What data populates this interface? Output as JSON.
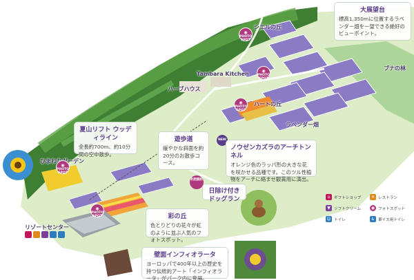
{
  "callouts": {
    "observation_deck": {
      "title": "大展望台",
      "text": "標高1,350mに位置するラベンダー畑を一望できる絶好のビューポイント。"
    },
    "lift": {
      "title": "夏山リフト ウッディライン",
      "text": "全長約700m、約10分間の空中散歩。"
    },
    "promenade": {
      "title": "遊歩道",
      "text": "緩やかな斜面を約20分のお散歩コース。"
    },
    "nozen": {
      "badge": "NEW",
      "title": "ノウゼンカズラのアーチトンネル",
      "text": "オレンジ色のラッパ形の大きな花を咲かせる品種です。このツル性植物をアーチに絡ませ観賞用に演出。"
    },
    "dogrun": {
      "badge": "利用無料",
      "title": "日除け付きドッグラン"
    },
    "irodori": {
      "title": "彩の丘",
      "text": "色とりどりの花々が虹のように並ぶ人気のフォトスポット。"
    },
    "infiorata": {
      "title": "壁面インフィオラータ",
      "text": "ヨーロッパで400年以上の歴史を持つ伝統的アート「インフィオラータ」がパーク内に登場。"
    }
  },
  "labels": {
    "shiel": "シエルの丘",
    "buna": "ブナの林",
    "tambara": "Tambara Kitchen",
    "herbhouse": "ハーブハウス",
    "heart": "ハートの丘",
    "lavender": "ラベンダー畑",
    "himawari": "ひまわりガーデン",
    "resort": "リゾートセンター"
  },
  "photo_spot": {
    "line1": "PHOTO",
    "line2": "SPOT"
  },
  "legend": {
    "gift": {
      "label": "ギフトショップ",
      "color": "#c2185b"
    },
    "restaurant": {
      "label": "レストラン",
      "color": "#e08a1e"
    },
    "softcream": {
      "label": "ソフトクリーム",
      "color": "#7b3f98"
    },
    "photospot": {
      "label": "フォトスポット",
      "color": "#b0387c"
    },
    "toilet": {
      "label": "トイレ",
      "color": "#2e7dbf"
    },
    "wc": {
      "label": "車イス用トイレ",
      "color": "#2e7dbf"
    }
  },
  "colors": {
    "lavender": "#8a7bc4",
    "forest": "#4e8f3e",
    "grass": "#d9ecc3",
    "callout_title": "#5a3d8a",
    "photo_spot": "#b0387c"
  }
}
